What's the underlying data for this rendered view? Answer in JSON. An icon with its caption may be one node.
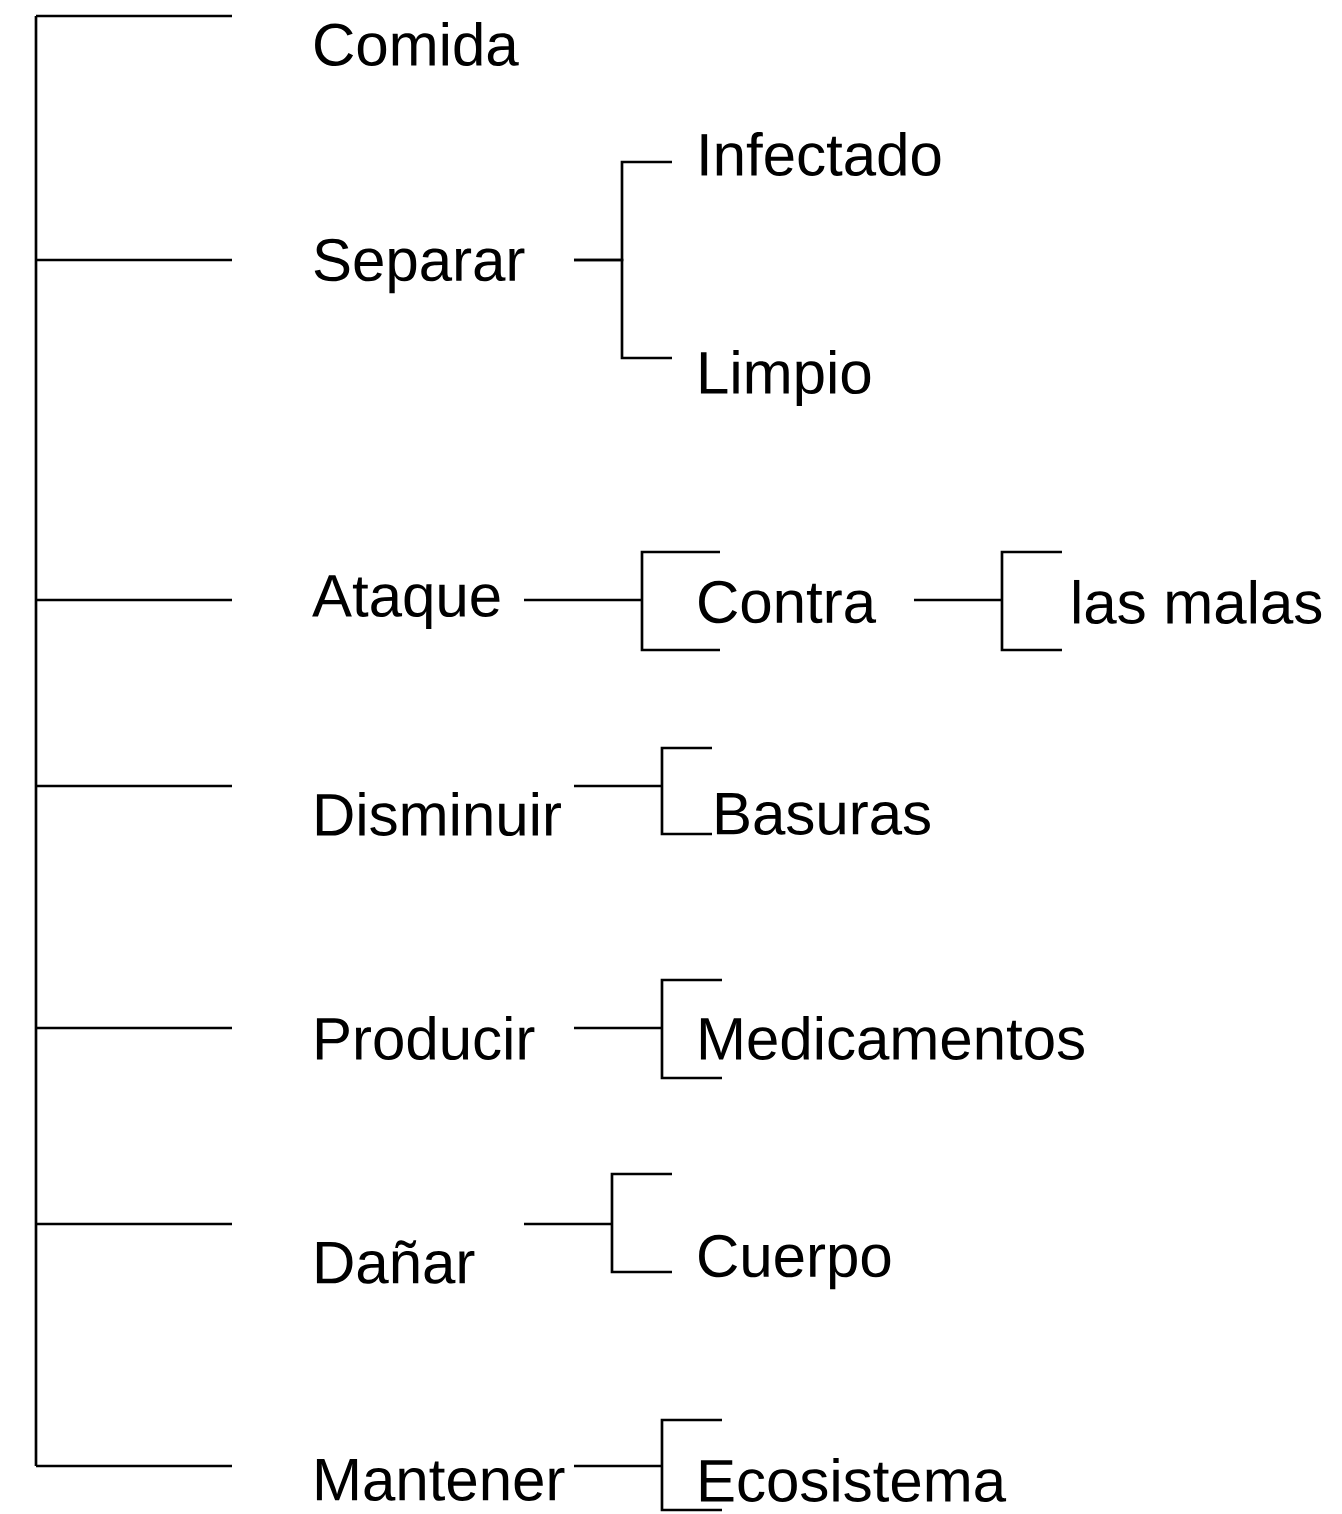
{
  "diagram": {
    "nodes": [
      {
        "text": [],
        "shape": "bar"
      },
      {
        "text": [
          "Comida"
        ]
      },
      {
        "text": [
          "Separar"
        ]
      },
      {
        "text": [
          "Infectado"
        ]
      },
      {
        "text": [
          "Limpio"
        ]
      },
      {
        "text": [
          "Ataque"
        ]
      },
      {
        "text": [
          "Contra"
        ]
      },
      {
        "text": [
          "las malas"
        ]
      },
      {
        "text": [
          "Disminuir"
        ]
      },
      {
        "text": [
          "Basuras"
        ]
      },
      {
        "text": [
          "Producir"
        ]
      },
      {
        "text": [
          "Medicamentos"
        ]
      },
      {
        "text": [
          "Dañar"
        ]
      },
      {
        "text": [
          "Cuerpo"
        ]
      },
      {
        "text": [
          "Mantener"
        ]
      },
      {
        "text": [
          "Ecosistema"
        ]
      }
    ],
    "edges": [
      {
        "from": 0,
        "to": 1,
        "arrow": "none"
      },
      {
        "from": 0,
        "to": 2,
        "arrow": "none"
      },
      {
        "from": 0,
        "to": 5,
        "arrow": "none"
      },
      {
        "from": 0,
        "to": 8,
        "arrow": "none"
      },
      {
        "from": 0,
        "to": 10,
        "arrow": "none"
      },
      {
        "from": 0,
        "to": 12,
        "arrow": "none"
      },
      {
        "from": 0,
        "to": 14,
        "arrow": "none"
      },
      {
        "from": 2,
        "to": 3,
        "arrow": "none"
      },
      {
        "from": 2,
        "to": 4,
        "arrow": "none"
      },
      {
        "from": 5,
        "to": 6,
        "arrow": "none"
      },
      {
        "from": 6,
        "to": 7,
        "arrow": "none"
      },
      {
        "from": 8,
        "to": 9,
        "arrow": "none"
      },
      {
        "from": 10,
        "to": 11,
        "arrow": "none"
      },
      {
        "from": 12,
        "to": 13,
        "arrow": "none"
      },
      {
        "from": 14,
        "to": 15,
        "arrow": "none"
      }
    ]
  }
}
